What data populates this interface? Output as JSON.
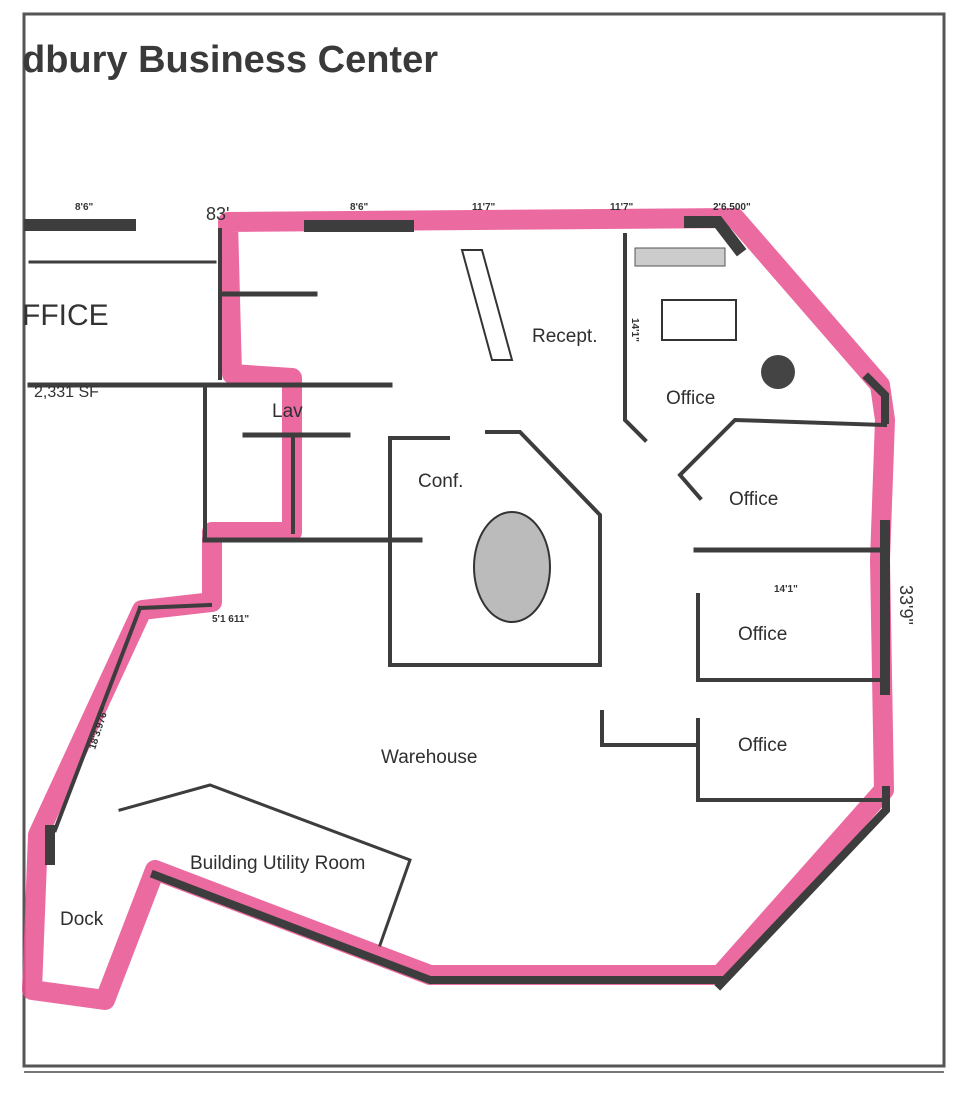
{
  "title": "dbury Business Center",
  "adjacent": {
    "label": "FFICE",
    "area": "2,331 SF"
  },
  "rooms": {
    "reception": "Recept.",
    "office_top": "Office",
    "office_2": "Office",
    "office_3": "Office",
    "office_4": "Office",
    "lav": "Lav",
    "conf": "Conf.",
    "warehouse": "Warehouse",
    "utility": "Building Utility Room",
    "dock": "Dock"
  },
  "dimensions": {
    "top_left": "8'6\"",
    "top_mid": "8'6\"",
    "top_1": "11'7\"",
    "top_2": "11'7\"",
    "top_right": "2'6.500\"",
    "corner": "83'",
    "right_side": "33'9\"",
    "left_wall": "5'1 611\"",
    "diag_left": "18'3.976\"",
    "office_depth": "14'1\"",
    "office_width": "14'1\""
  },
  "colors": {
    "highlight": "#e8508f",
    "wall": "#3d3d3d"
  }
}
